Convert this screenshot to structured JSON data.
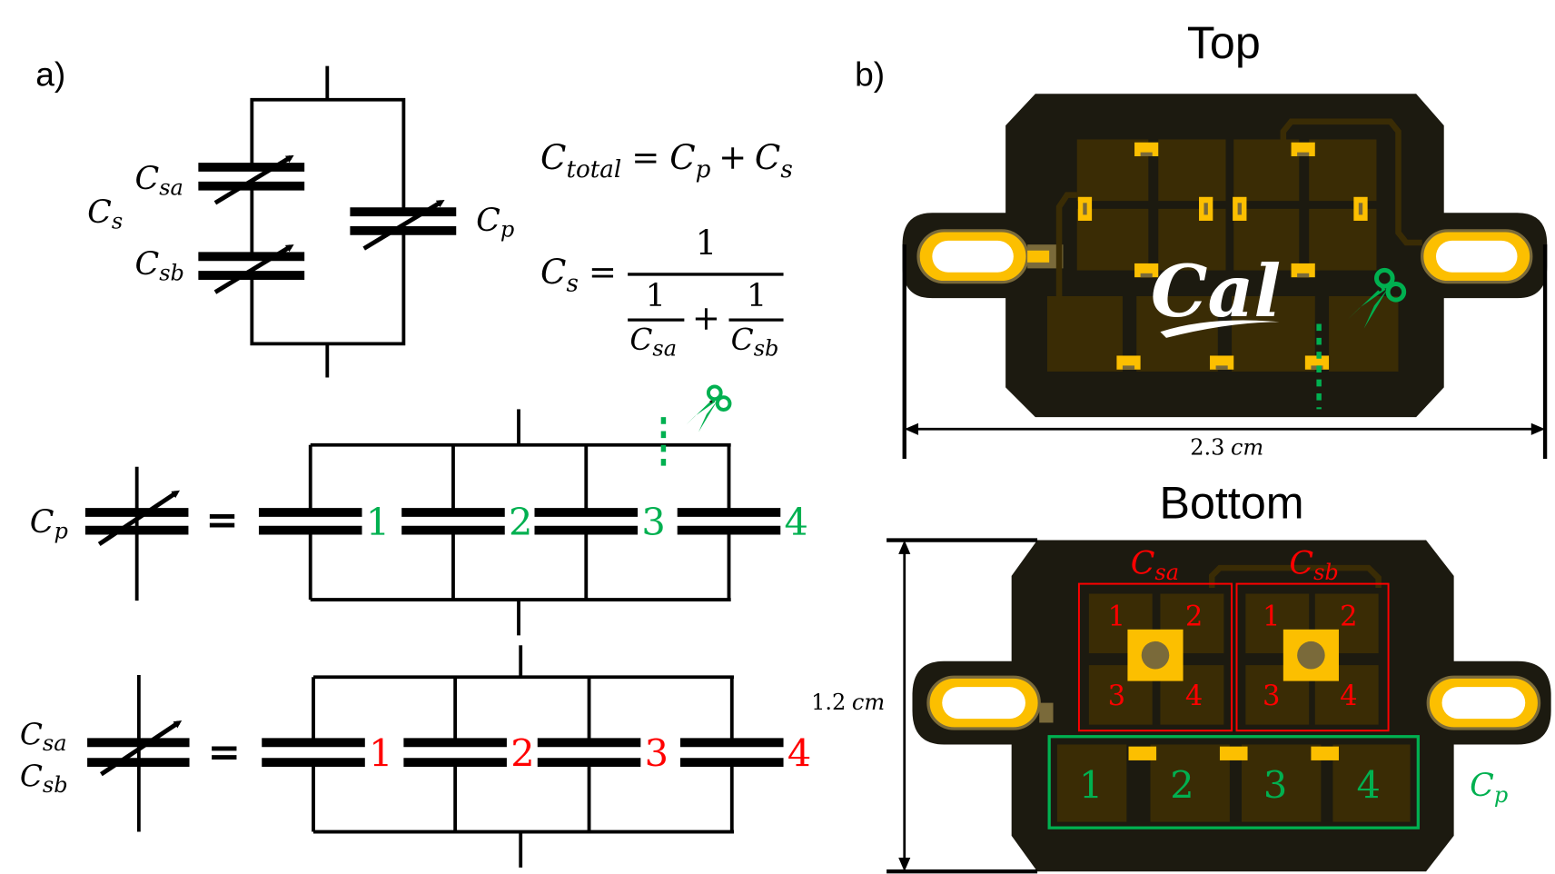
{
  "colors": {
    "green": "#00b050",
    "red": "#ff0000",
    "black": "#000000",
    "board": "#1c1a10",
    "pad": "#3a2c05",
    "gold": "#fcbf00",
    "logo": "#ffffff"
  },
  "panel_a": {
    "label": "a)",
    "circuit_top": {
      "label_cs": "C",
      "label_cs_sub": "s",
      "label_csa": "C",
      "label_csa_sub": "sa",
      "label_csb": "C",
      "label_csb_sub": "sb",
      "label_cp": "C",
      "label_cp_sub": "p"
    },
    "equations": {
      "eq1_lhs": "C",
      "eq1_lhs_sub": "total",
      "eq1_eq": "=",
      "eq1_term1": "C",
      "eq1_term1_sub": "p",
      "eq1_plus": "+",
      "eq1_term2": "C",
      "eq1_term2_sub": "s",
      "eq2_lhs": "C",
      "eq2_lhs_sub": "s",
      "eq2_eq": "=",
      "eq2_numerator": "1",
      "eq2_den_num1": "1",
      "eq2_den_den1": "C",
      "eq2_den_den1_sub": "sa",
      "eq2_den_plus": "+",
      "eq2_den_num2": "1",
      "eq2_den_den2": "C",
      "eq2_den_den2_sub": "sb"
    },
    "cp_array": {
      "label": "C",
      "label_sub": "p",
      "equals": "=",
      "numbers": [
        "1",
        "2",
        "3",
        "4"
      ],
      "number_color": "green",
      "cut_indicator": "scissors-icon"
    },
    "cs_array": {
      "label_a": "C",
      "label_a_sub": "sa",
      "label_b": "C",
      "label_b_sub": "sb",
      "equals": "=",
      "numbers": [
        "1",
        "2",
        "3",
        "4"
      ],
      "number_color": "red"
    }
  },
  "panel_b": {
    "label": "b)",
    "top_view": {
      "title": "Top",
      "width_dimension": "2.3",
      "width_unit": "cm",
      "logo_text": "Cal",
      "cut_indicator": "scissors-icon"
    },
    "bottom_view": {
      "title": "Bottom",
      "height_dimension": "1.2",
      "height_unit": "cm",
      "group_csa": {
        "label": "C",
        "label_sub": "sa",
        "numbers": [
          "1",
          "2",
          "3",
          "4"
        ]
      },
      "group_csb": {
        "label": "C",
        "label_sub": "sb",
        "numbers": [
          "1",
          "2",
          "3",
          "4"
        ]
      },
      "group_cp": {
        "label": "C",
        "label_sub": "p",
        "numbers": [
          "1",
          "2",
          "3",
          "4"
        ]
      }
    }
  }
}
